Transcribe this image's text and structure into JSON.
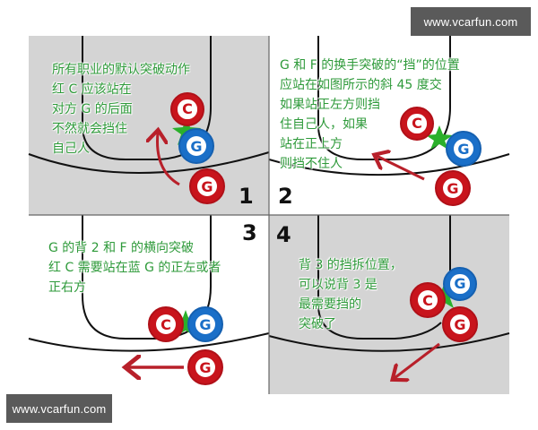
{
  "watermarks": {
    "top": "www.vcarfun.com",
    "bottom": "www.vcarfun.com"
  },
  "colors": {
    "gray_panel": "#d4d4d4",
    "white_panel": "#ffffff",
    "text_green": "#2e9a3a",
    "red_player": "#c8141c",
    "blue_player": "#1a6fc8",
    "star_green": "#2bb02b",
    "arrow_red": "#b8202a"
  },
  "panels": [
    {
      "number": "1",
      "background": "gray",
      "text": "所有职业的默认突破动作\n红 C 应该站在\n对方 G 的后面\n不然就会挡住\n自己人",
      "tokens": [
        {
          "label": "C",
          "color": "red"
        },
        {
          "label": "G",
          "color": "blue"
        },
        {
          "label": "G",
          "color": "red"
        }
      ]
    },
    {
      "number": "2",
      "background": "white",
      "text": "G 和 F 的换手突破的“挡”的位置\n应站在如图所示的斜 45 度交\n如果站正左方则挡\n住自己人，如果\n站在正上方\n则挡不住人",
      "tokens": [
        {
          "label": "C",
          "color": "red"
        },
        {
          "label": "G",
          "color": "blue"
        },
        {
          "label": "G",
          "color": "red"
        }
      ]
    },
    {
      "number": "3",
      "background": "white",
      "text": "G 的背 2 和 F 的横向突破\n红 C 需要站在蓝 G 的正左或者\n正右方",
      "tokens": [
        {
          "label": "C",
          "color": "red"
        },
        {
          "label": "G",
          "color": "blue"
        },
        {
          "label": "G",
          "color": "red"
        }
      ]
    },
    {
      "number": "4",
      "background": "gray",
      "text": "背 3 的挡拆位置，\n可以说背 3 是\n最需要挡的\n突破了",
      "tokens": [
        {
          "label": "C",
          "color": "red"
        },
        {
          "label": "G",
          "color": "blue"
        },
        {
          "label": "G",
          "color": "red"
        }
      ]
    }
  ]
}
